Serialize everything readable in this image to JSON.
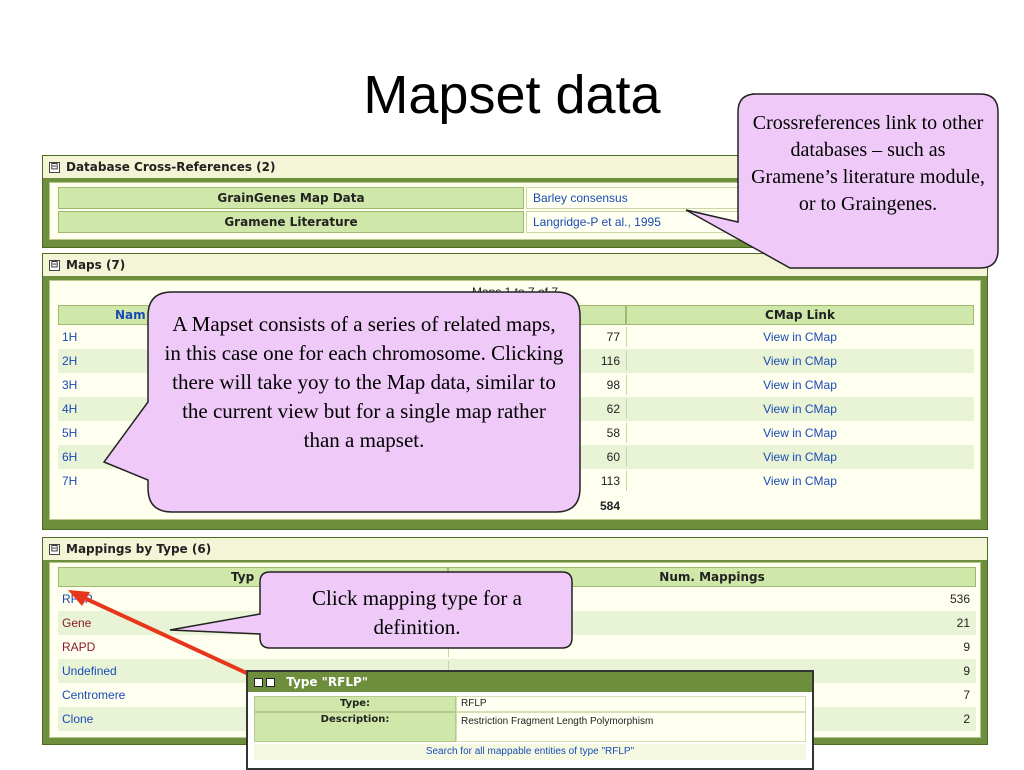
{
  "slide": {
    "title": "Mapset data"
  },
  "xrefs": {
    "header": "Database Cross-References (2)",
    "toggle": "⊟",
    "rows": [
      {
        "label": "GrainGenes Map Data",
        "value": "Barley consensus"
      },
      {
        "label": "Gramene Literature",
        "value": "Langridge-P et al., 1995"
      }
    ]
  },
  "maps": {
    "header": "Maps (7)",
    "toggle": "⊟",
    "caption": "Maps 1 to 7 of 7",
    "columns": {
      "name": "Nam",
      "cmap": "CMap Link"
    },
    "rows": [
      {
        "name": "1H",
        "count": "77",
        "cmap": "View in CMap"
      },
      {
        "name": "2H",
        "count": "116",
        "cmap": "View in CMap"
      },
      {
        "name": "3H",
        "count": "98",
        "cmap": "View in CMap"
      },
      {
        "name": "4H",
        "count": "62",
        "cmap": "View in CMap"
      },
      {
        "name": "5H",
        "count": "58",
        "cmap": "View in CMap"
      },
      {
        "name": "6H",
        "count": "60",
        "cmap": "View in CMap"
      },
      {
        "name": "7H",
        "count": "113",
        "cmap": "View in CMap"
      }
    ],
    "total": "584"
  },
  "mappings": {
    "header": "Mappings by Type (6)",
    "toggle": "⊟",
    "columns": {
      "type": "Typ",
      "num": "Num. Mappings"
    },
    "rows": [
      {
        "type": "RFLP",
        "num": "536",
        "color": "#1a4bb5"
      },
      {
        "type": "Gene",
        "num": "21",
        "color": "#8a1a2a"
      },
      {
        "type": "RAPD",
        "num": "9",
        "color": "#8a1a2a"
      },
      {
        "type": "Undefined",
        "num": "9",
        "color": "#1a4bb5"
      },
      {
        "type": "Centromere",
        "num": "7",
        "color": "#1a4bb5"
      },
      {
        "type": "Clone",
        "num": "2",
        "color": "#1a4bb5"
      }
    ]
  },
  "popup": {
    "title": "Type \"RFLP\"",
    "type_label": "Type:",
    "type_value": "RFLP",
    "desc_label": "Description:",
    "desc_value": "Restriction Fragment Length Polymorphism",
    "search_link": "Search for all mappable entities of type \"RFLP\""
  },
  "callouts": {
    "xref": "Crossreferences link to other databases – such as Gramene’s literature module, or to Graingenes.",
    "mapset": "A Mapset consists of a series of related maps, in this case one for each chromosome. Clicking there will take yoy to the Map data, similar to the current view but for a single map rather than a mapset.",
    "mapping": "Click mapping type for a definition."
  },
  "colors": {
    "panel_green": "#6d8e3c",
    "header_green": "#cfe7a8",
    "callout_fill": "#efc9f7",
    "arrow_red": "#e8361d"
  }
}
